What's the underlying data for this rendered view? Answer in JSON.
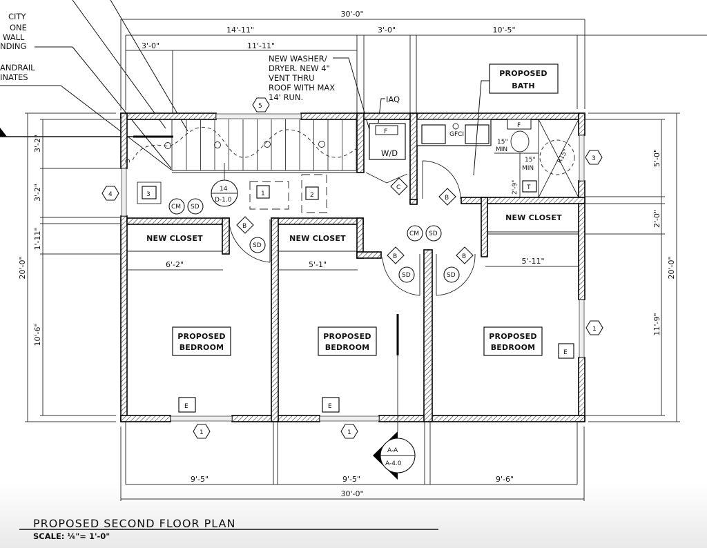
{
  "drawing": {
    "title": "PROPOSED SECOND FLOOR PLAN",
    "scale": "SCALE: ¼\"= 1'-0\""
  },
  "left_notes": [
    "CITY",
    "ONE",
    "WALL",
    "NDING",
    "ANDRAIL",
    "INATES"
  ],
  "callout_note": [
    "NEW WASHER/",
    "DRYER. NEW 4\"",
    "VENT THRU",
    "ROOF WITH MAX",
    "14' RUN."
  ],
  "dims_top": {
    "overall": "30'-0\"",
    "left": "14'-11\"",
    "middle": "3'-0\"",
    "right": "10'-5\"",
    "stair": "11'-11\"",
    "landing": "3'-0\""
  },
  "dims_bottom": {
    "room1": "9'-5\"",
    "room2": "9'-5\"",
    "room3": "9'-6\"",
    "overall": "30'-0\""
  },
  "dims_left": {
    "overall": "20'-0\"",
    "seg1": "3'-2\"",
    "seg2": "3'-2\"",
    "seg3": "1'-11\"",
    "seg4": "10'-6\""
  },
  "dims_right": {
    "overall": "20'-0\"",
    "seg1": "5'-0\"",
    "seg2": "2'-0\"",
    "seg3": "11'-9\""
  },
  "dims_interior": {
    "closet1": "6'-2\"",
    "closet2": "5'-1\"",
    "closet3": "5'-11\"",
    "bath_clear1": "15\"",
    "bath_min1": "MIN",
    "bath_clear2": "15\"",
    "bath_min2": "MIN",
    "bath_depth": "2'-9\"",
    "shower_radius": "R15\""
  },
  "rooms": {
    "bath": [
      "PROPOSED",
      "BATH"
    ],
    "bedroom1": [
      "PROPOSED",
      "BEDROOM"
    ],
    "bedroom2": [
      "PROPOSED",
      "BEDROOM"
    ],
    "bedroom3": [
      "PROPOSED",
      "BEDROOM"
    ],
    "closet1": "NEW CLOSET",
    "closet2": "NEW CLOSET",
    "closet3": "NEW CLOSET"
  },
  "tags": {
    "window_5": "5",
    "window_4": "4",
    "window_3": "3",
    "window_1a": "1",
    "window_1b": "1",
    "window_1c": "1",
    "door_b1": "B",
    "door_b2": "B",
    "door_b3": "B",
    "door_b4": "B",
    "door_c": "C",
    "cm1": "CM",
    "sd1": "SD",
    "cm2": "CM",
    "sd2": "SD",
    "sd3": "SD",
    "sd4": "SD",
    "sd5": "SD",
    "e1": "E",
    "e2": "E",
    "e3": "E",
    "t": "T",
    "f1": "F",
    "f2": "F",
    "gfci": "GFCI",
    "wd": "W/D",
    "iaq": "IAQ",
    "box1": "1",
    "box2": "2",
    "box3": "3",
    "detail_num": "14",
    "detail_sheet": "D-1.0",
    "section_num": "A-A",
    "section_sheet": "A-4.0",
    "switch": "3"
  }
}
